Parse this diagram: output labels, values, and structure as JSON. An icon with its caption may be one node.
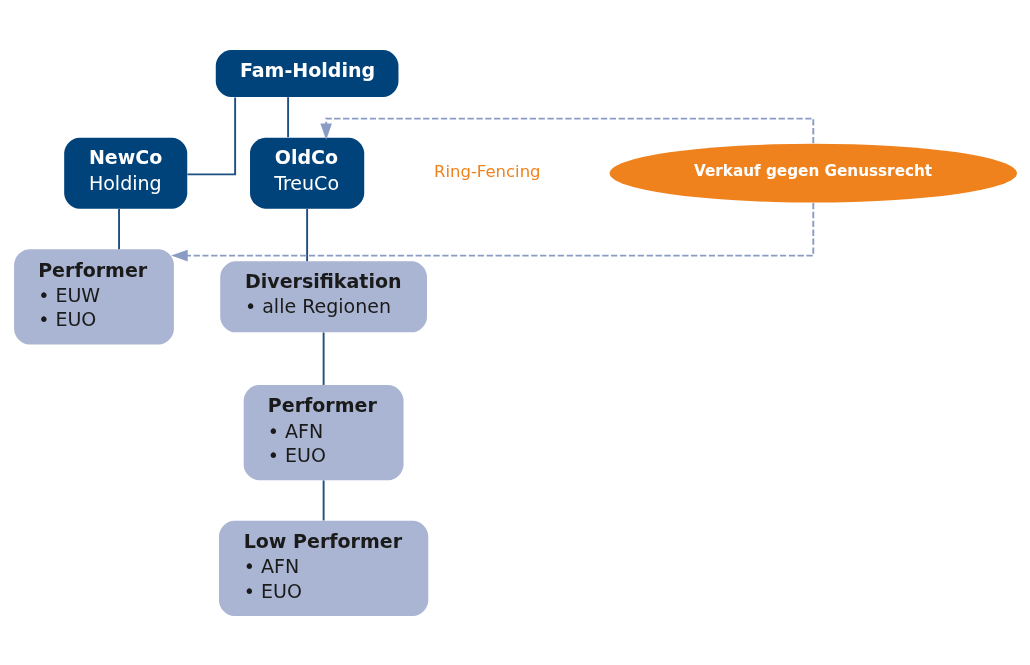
{
  "diagram": {
    "nodes": [
      {
        "text": [
          "Fam-Holding"
        ]
      },
      {
        "text": [
          "NewCo",
          "Holding"
        ]
      },
      {
        "text": [
          "OldCo",
          "TreuCo"
        ]
      },
      {
        "text": [
          "Performer",
          "• EUW",
          "• EUO"
        ]
      },
      {
        "text": [
          "Verkauf gegen Genussrecht"
        ]
      },
      {
        "text": [
          "Diversifikation",
          "• alle Regionen"
        ]
      },
      {
        "text": [
          "Performer",
          "• AFN",
          "• EUO"
        ]
      },
      {
        "text": [
          "Low Performer",
          "• AFN",
          "• EUO"
        ]
      }
    ],
    "edges": [
      {
        "from": 0,
        "to": 1,
        "arrow": "none"
      },
      {
        "from": 0,
        "to": 2,
        "arrow": "none"
      },
      {
        "from": 1,
        "to": 3,
        "arrow": "none"
      },
      {
        "from": 2,
        "to": 5,
        "arrow": "none"
      },
      {
        "from": 5,
        "to": 6,
        "arrow": "none"
      },
      {
        "from": 6,
        "to": 7,
        "arrow": "none"
      },
      {
        "from": 4,
        "to": 3,
        "arrow": "to",
        "style": "dashed",
        "color": "#8a9cc4"
      },
      {
        "from": 4,
        "to": 2,
        "arrow": "to",
        "style": "dashed",
        "color": "#8a9cc4"
      }
    ],
    "labels": [
      "Ring-Fencing"
    ]
  }
}
